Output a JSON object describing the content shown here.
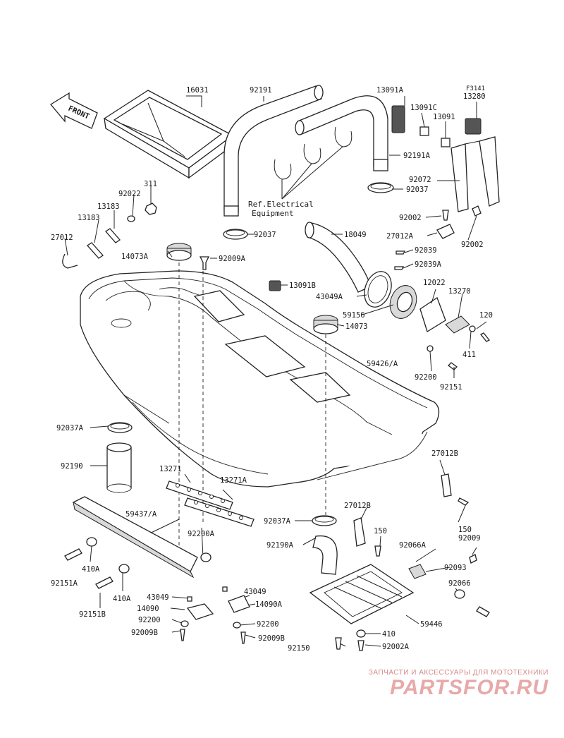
{
  "front_label": "FRONT",
  "ref_note": [
    "Ref.Electrical",
    "Equipment"
  ],
  "watermark": {
    "small": "ЗАПЧАСТИ И АКСЕССУАРЫ ДЛЯ МОТОТЕХНИКИ",
    "big": "PARTSFOR.RU"
  },
  "parts": [
    "16031",
    "92191",
    "13091A",
    "13091C",
    "F3141",
    "13280",
    "13091",
    "92191A",
    "92072",
    "92037",
    "311",
    "92022",
    "13183",
    "13183",
    "27012",
    "92037",
    "18049",
    "92002",
    "27012A",
    "92002",
    "92039",
    "14073A",
    "92009A",
    "92039A",
    "13091B",
    "43049A",
    "12022",
    "13270",
    "59156",
    "14073",
    "120",
    "411",
    "59426/A",
    "92200",
    "92151",
    "92037A",
    "92190",
    "27012B",
    "13271",
    "13271A",
    "59437/A",
    "27012B",
    "92037A",
    "150",
    "150",
    "92200A",
    "92190A",
    "92009",
    "92066A",
    "92093",
    "410A",
    "92151A",
    "410A",
    "92066",
    "92151B",
    "43049",
    "43049",
    "14090",
    "14090A",
    "92200",
    "92200",
    "59446",
    "92009B",
    "92009B",
    "410",
    "92150",
    "92002A"
  ]
}
